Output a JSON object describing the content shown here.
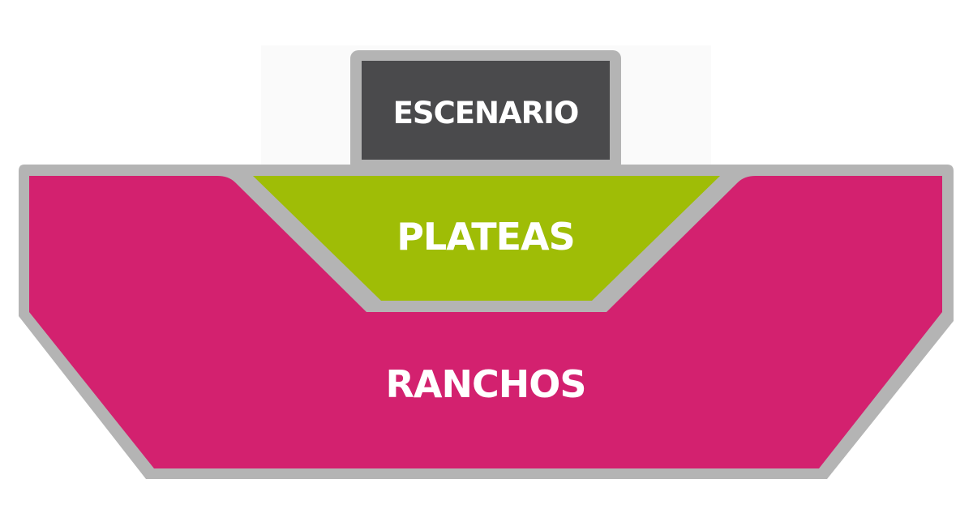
{
  "seating_map": {
    "zones": [
      {
        "id": "escenario",
        "label": "ESCENARIO",
        "color": "#4a4a4c"
      },
      {
        "id": "plateas",
        "label": "PLATEAS",
        "color": "#9fbd06"
      },
      {
        "id": "ranchos",
        "label": "RANCHOS",
        "color": "#d3216f"
      }
    ],
    "border_color": "#b4b4b4",
    "background_color": "#ffffff"
  }
}
